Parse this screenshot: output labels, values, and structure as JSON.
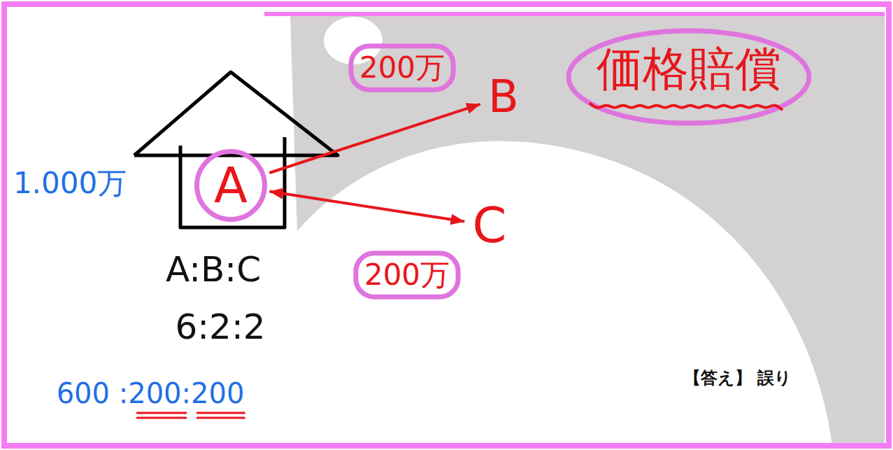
{
  "diagram": {
    "nodes": [
      {
        "text": [
          "A"
        ]
      },
      {
        "text": [
          "B"
        ]
      },
      {
        "text": [
          "C"
        ]
      },
      {
        "text": [
          "価格賠償"
        ]
      }
    ],
    "edges": [
      {
        "from": 0,
        "to": 1,
        "arrow": "to"
      },
      {
        "from": 0,
        "to": 2,
        "arrow": "both"
      }
    ],
    "labels": [
      "200万",
      "200万",
      "1.000万",
      "A:B:C",
      "6:2:2",
      "600 :200:200",
      "【答え】 誤り"
    ]
  }
}
